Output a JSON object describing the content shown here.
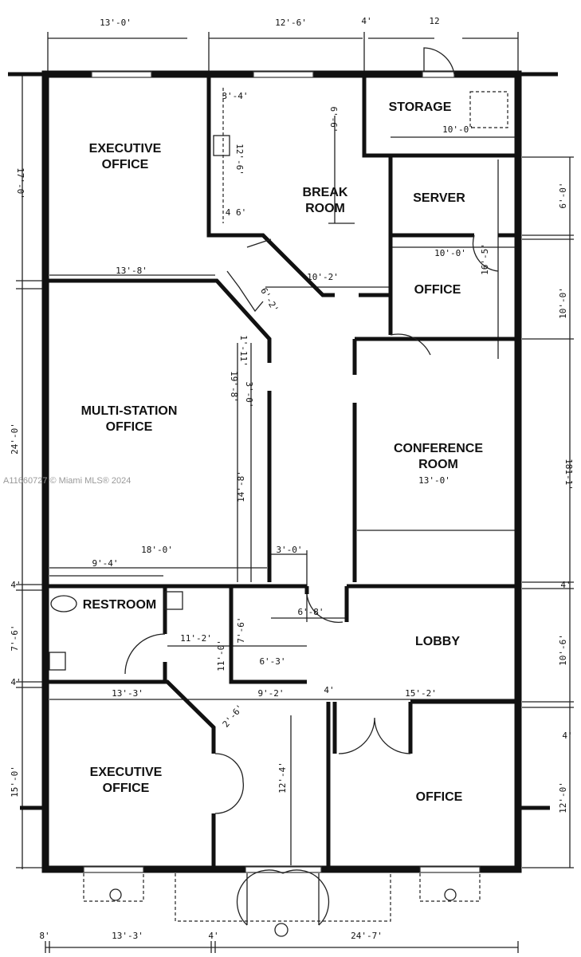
{
  "rooms": [
    {
      "lines": [
        "EXECUTIVE",
        "OFFICE"
      ]
    },
    {
      "lines": [
        "BREAK",
        "ROOM"
      ]
    },
    {
      "lines": [
        "STORAGE"
      ]
    },
    {
      "lines": [
        "SERVER"
      ]
    },
    {
      "lines": [
        "OFFICE"
      ]
    },
    {
      "lines": [
        "MULTI-STATION",
        "OFFICE"
      ]
    },
    {
      "lines": [
        "CONFERENCE",
        "ROOM"
      ]
    },
    {
      "lines": [
        "RESTROOM"
      ]
    },
    {
      "lines": [
        "LOBBY"
      ]
    },
    {
      "lines": [
        "EXECUTIVE",
        "OFFICE"
      ]
    },
    {
      "lines": [
        "OFFICE"
      ]
    }
  ],
  "dims": [
    "13'-0'",
    "12'-6'",
    "4'",
    "12",
    "3'-4'",
    "6'-6'",
    "10'-0'",
    "12'-6'",
    "4 6'",
    "17'-0'",
    "6'-0'",
    "10'-0'",
    "16'-5'",
    "13'-8'",
    "10'-2'",
    "6'-2'",
    "10'-0'",
    "1'-11'",
    "19'-8'",
    "3'-0'",
    "24'-0'",
    "181-1'",
    "14'-8'",
    "13'-0'",
    "18'-0'",
    "9'-4'",
    "3'-0'",
    "4'",
    "4'",
    "6'-8'",
    "7'-6'",
    "11'-2'",
    "7'-6'",
    "11'-0'",
    "6'-3'",
    "10'-6'",
    "4'",
    "13'-3'",
    "9'-2'",
    "4'",
    "15'-2'",
    "2'-6'",
    "4'",
    "15'-0'",
    "12'-4'",
    "12'-0'",
    "8'",
    "13'-3'",
    "4'",
    "24'-7'"
  ],
  "watermark": "A11660727 © Miami MLS® 2024"
}
